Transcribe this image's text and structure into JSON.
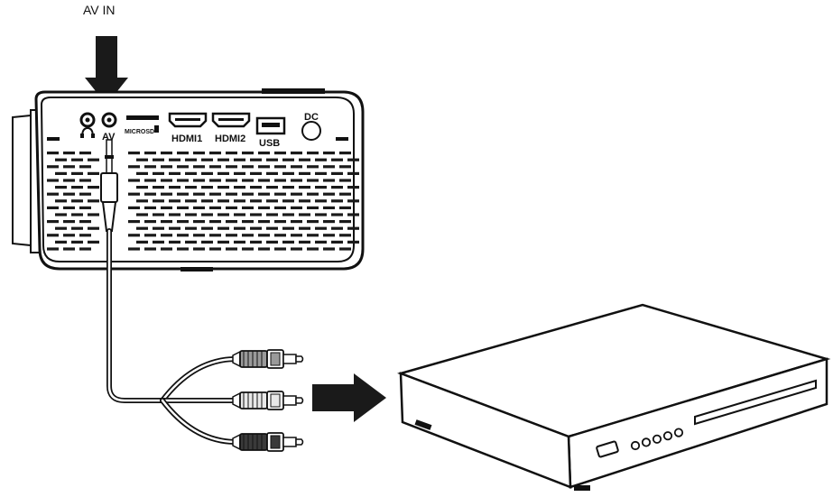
{
  "callout": {
    "label": "AV IN"
  },
  "ports": {
    "headphone_icon": "headphone-icon",
    "av": "AV",
    "microsd": "MICROSD",
    "hdmi1": "HDMI1",
    "hdmi2": "HDMI2",
    "usb": "USB",
    "dc": "DC"
  },
  "colors": {
    "ink": "#111111",
    "arrow": "#1a1a1a",
    "plug_light": "#e8e8e8",
    "plug_mid": "#9a9a9a",
    "plug_dark": "#3a3a3a"
  }
}
